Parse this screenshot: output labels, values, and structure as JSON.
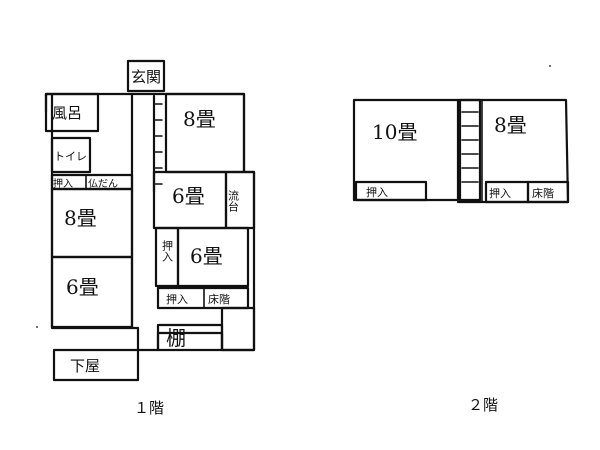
{
  "floor1": {
    "caption": "１階",
    "rooms": {
      "entrance": "玄関",
      "bath": "風呂",
      "toilet": "トイレ",
      "closet_small": "押入",
      "butsudan": "仏だん",
      "jp8_left": "8畳",
      "jp6_left": "6畳",
      "jp8_right": "8畳",
      "jp6_mid": "6畳",
      "kitchen": "流台",
      "oshiire_left": "押入",
      "jp6_right": "6畳",
      "oshiire_bottom": "押入",
      "stairs_text": "床階",
      "shelf": "棚",
      "lower_roof": "下屋"
    }
  },
  "floor2": {
    "caption": "２階",
    "rooms": {
      "jp10": "10畳",
      "jp8": "8畳",
      "oshiire_left": "押入",
      "oshiire_right": "押入",
      "stairs_text": "床階"
    }
  }
}
